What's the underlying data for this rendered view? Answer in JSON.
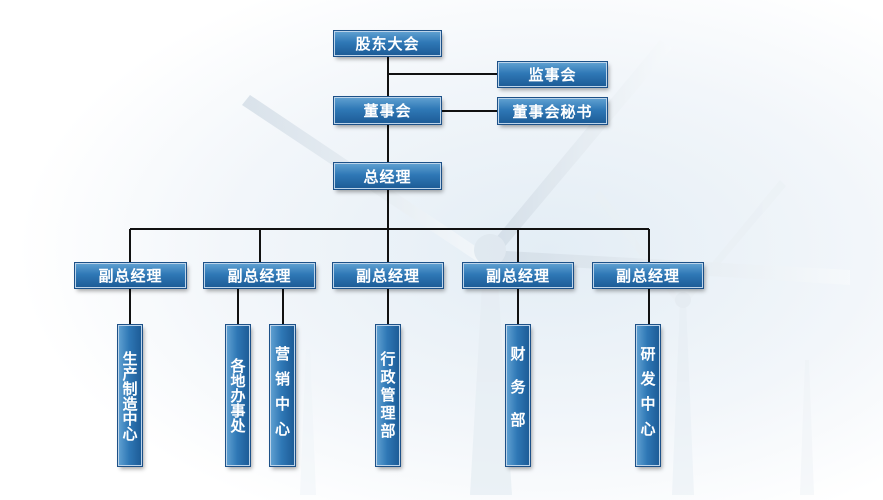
{
  "chart": {
    "top": {
      "shareholders": "股东大会",
      "supervisors": "监事会",
      "board": "董事会",
      "board_secretary": "董事会秘书",
      "general_manager": "总经理"
    },
    "deputies": [
      {
        "label": "副总经理",
        "units": [
          "生产制造中心"
        ]
      },
      {
        "label": "副总经理",
        "units": [
          "各地办事处",
          "营销中心"
        ]
      },
      {
        "label": "副总经理",
        "units": [
          "行政管理部"
        ]
      },
      {
        "label": "副总经理",
        "units": [
          "财务部"
        ]
      },
      {
        "label": "副总经理",
        "units": [
          "研发中心"
        ]
      }
    ]
  },
  "colors": {
    "box_top": "#5e9fd0",
    "box_bottom": "#1d5c97",
    "line": "#111111"
  }
}
